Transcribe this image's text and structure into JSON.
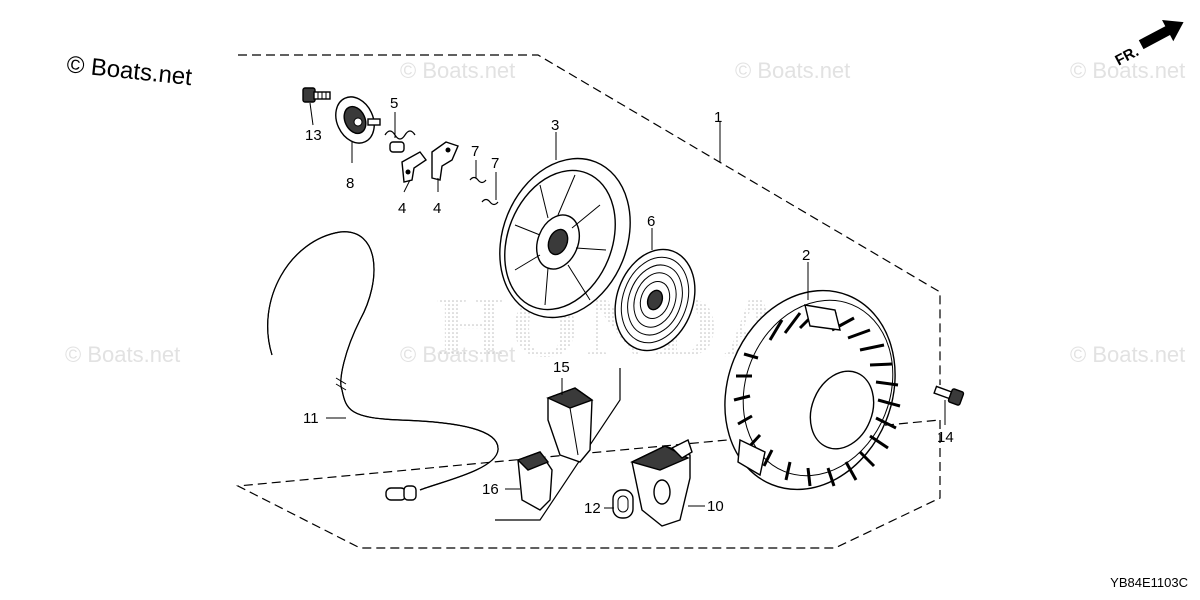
{
  "watermark": "© Boats.net",
  "direction_label": "FR.",
  "diagram_code": "YB84E1103C",
  "logo_text": "HONDA",
  "callouts": {
    "p1": "1",
    "p2": "2",
    "p3": "3",
    "p4a": "4",
    "p4b": "4",
    "p5": "5",
    "p6": "6",
    "p7a": "7",
    "p7b": "7",
    "p8": "8",
    "p10": "10",
    "p11": "11",
    "p12": "12",
    "p13": "13",
    "p14": "14",
    "p15": "15",
    "p16": "16"
  }
}
